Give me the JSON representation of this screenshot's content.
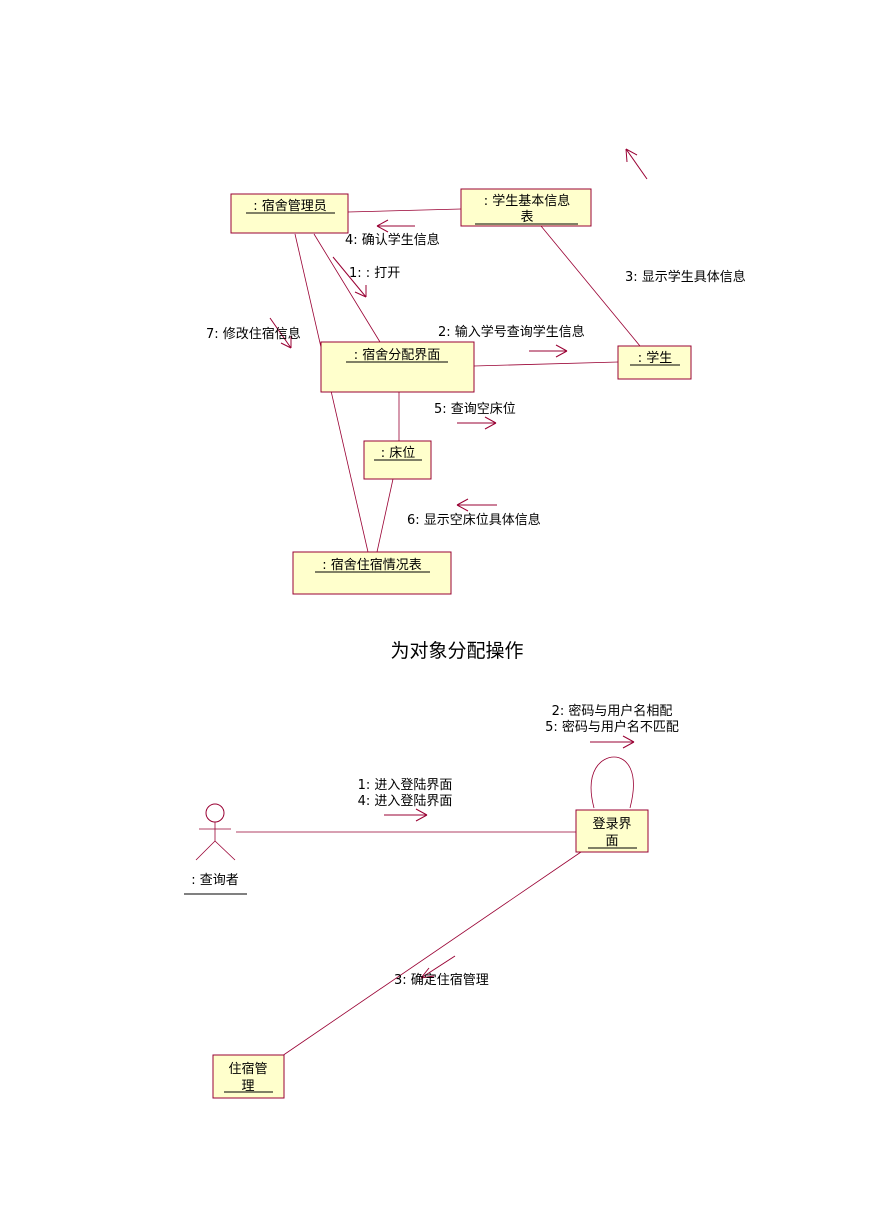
{
  "diagram1": {
    "objects": {
      "manager": ": 宿舍管理员",
      "info_table_l1": ": 学生基本信息",
      "info_table_l2": "表",
      "ui": ": 宿舍分配界面",
      "student": ": 学生",
      "bed": ": 床位",
      "occupancy": ": 宿舍住宿情况表"
    },
    "messages": {
      "m1": "1: : 打开",
      "m2": "2: 输入学号查询学生信息",
      "m3": "3: 显示学生具体信息",
      "m4": "4: 确认学生信息",
      "m5": "5: 查询空床位",
      "m6": "6: 显示空床位具体信息",
      "m7": "7: 修改住宿信息"
    }
  },
  "caption": "为对象分配操作",
  "diagram2": {
    "actor": ": 查询者",
    "objects": {
      "login_l1": "登录界",
      "login_l2": "面",
      "lodging_l1": "住宿管",
      "lodging_l2": "理"
    },
    "messages": {
      "m1a": "1: 进入登陆界面",
      "m1b": "4: 进入登陆界面",
      "m2a": "2: 密码与用户名相配",
      "m2b": "5: 密码与用户名不匹配",
      "m3": "3: 确定住宿管理"
    }
  },
  "colors": {
    "stroke": "#990033",
    "fill": "#ffffcc"
  }
}
